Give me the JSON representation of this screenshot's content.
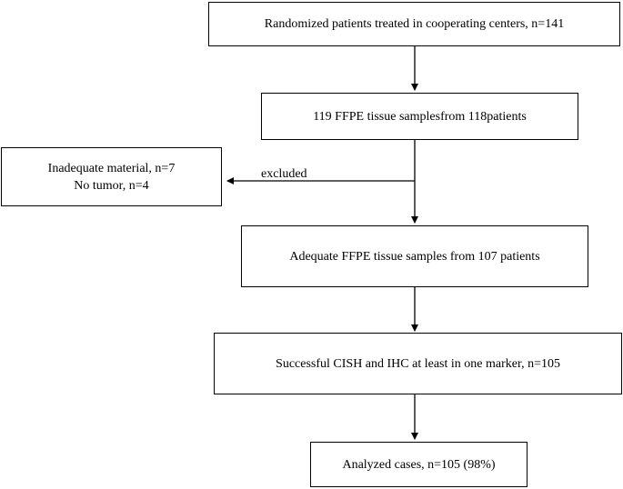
{
  "flowchart": {
    "randomized": "Randomized patients treated in cooperating centers, n=141",
    "ffpe_samples": "119 FFPE tissue samplesfrom 118patients",
    "excluded_label": "excluded",
    "excluded_box": [
      "Inadequate material, n=7",
      "No tumor, n=4"
    ],
    "adequate": "Adequate FFPE tissue samples from 107 patients",
    "successful": "Successful CISH and IHC at least in one marker, n=105",
    "analyzed": "Analyzed cases, n=105 (98%)"
  }
}
